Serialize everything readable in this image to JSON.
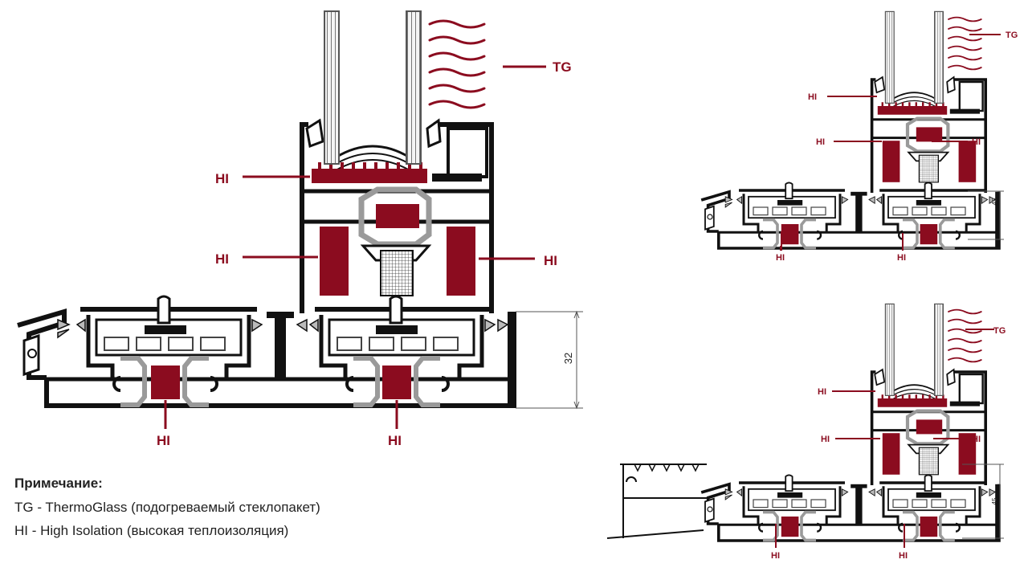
{
  "labels": {
    "tg": "TG",
    "hi": "HI"
  },
  "dimensions": {
    "large": "32",
    "small_top": "45",
    "small_bottom": "45"
  },
  "legend": {
    "title": "Примечание:",
    "tg_line": "TG - ThermoGlass (подогреваемый стеклопакет)",
    "hi_line": "HI - High Isolation (высокая теплоизоляция)"
  },
  "colors": {
    "insulation": "#8b0c1f",
    "profile": "#111111",
    "gasket": "#9a9a9a"
  }
}
